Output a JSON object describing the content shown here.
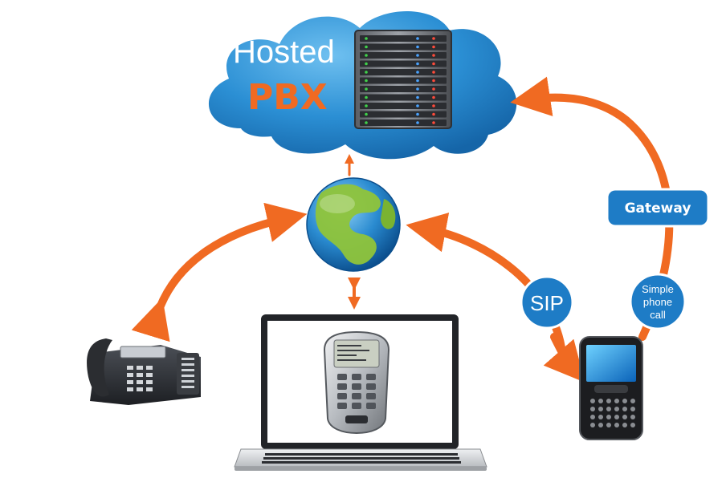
{
  "cloud": {
    "title_line1": "Hosted",
    "title_line2": "PBX"
  },
  "labels": {
    "gateway": "Gateway",
    "sip": "SIP",
    "simple_call_line1": "Simple",
    "simple_call_line2": "phone",
    "simple_call_line3": "call"
  },
  "colors": {
    "cloud": "#2b8fd4",
    "cloud_light": "#5bb3ea",
    "arrow": "#f06a22",
    "pill": "#1e7cc6",
    "pbx_text": "#f06a22"
  },
  "icons": {
    "server": "server-rack-icon",
    "globe": "globe-icon",
    "desk_phone": "desk-phone-icon",
    "laptop": "laptop-icon",
    "softphone": "softphone-icon",
    "smartphone": "smartphone-icon"
  }
}
